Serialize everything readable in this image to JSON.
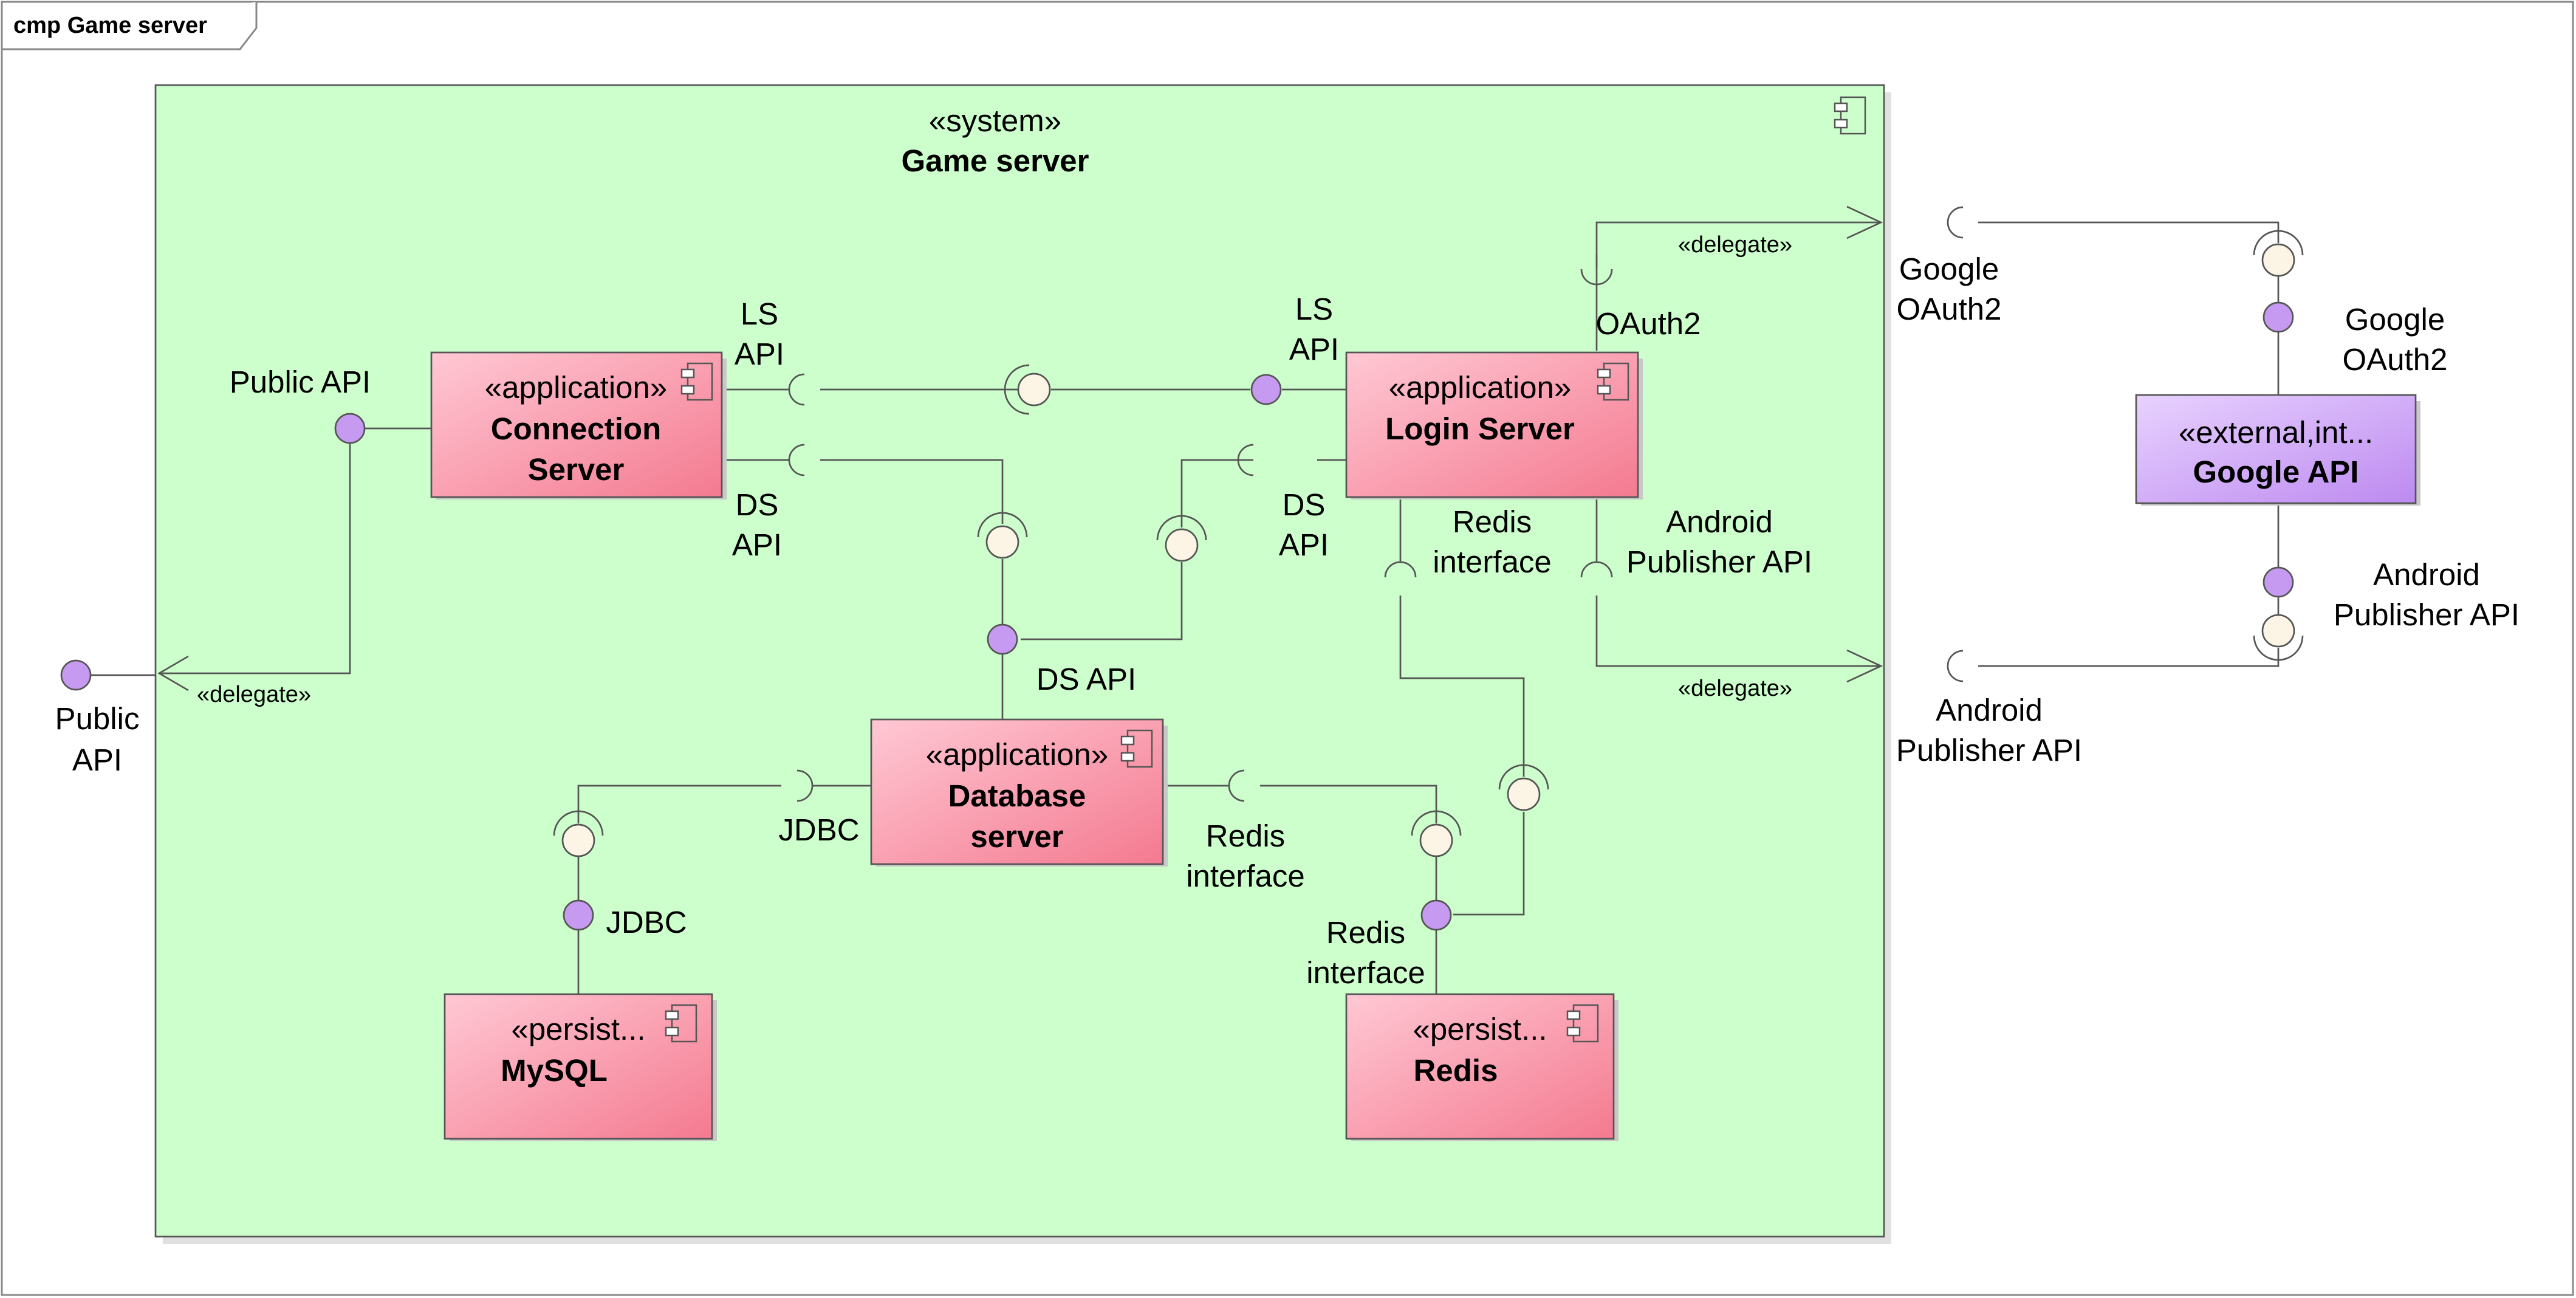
{
  "frame": {
    "title": "cmp Game server"
  },
  "system": {
    "stereotype": "«system»",
    "name": "Game server"
  },
  "components": {
    "connection_server": {
      "stereotype": "«application»",
      "name_line1": "Connection",
      "name_line2": "Server"
    },
    "login_server": {
      "stereotype": "«application»",
      "name": "Login Server"
    },
    "database_server": {
      "stereotype": "«application»",
      "name_line1": "Database",
      "name_line2": "server"
    },
    "mysql": {
      "stereotype": "«persist...",
      "name": "MySQL"
    },
    "redis": {
      "stereotype": "«persist...",
      "name": "Redis"
    },
    "google_api": {
      "stereotype": "«external,int...",
      "name": "Google API"
    }
  },
  "labels": {
    "public_api_inner": "Public API",
    "public_api_outer_1": "Public",
    "public_api_outer_2": "API",
    "delegate": "«delegate»",
    "ls_api": "LS",
    "ls_api_2": "API",
    "ds_api": "DS",
    "ds_api_2": "API",
    "ds_api_db": "DS API",
    "oauth2": "OAuth2",
    "google_oauth2_1": "Google",
    "google_oauth2_2": "OAuth2",
    "redis_interface_1": "Redis",
    "redis_interface_2": "interface",
    "android_publisher_1": "Android",
    "android_publisher_2": "Publisher API",
    "jdbc": "JDBC"
  },
  "colors": {
    "system_fill": "#ccffcc",
    "component_gradient_start": "#ffc0cb",
    "component_gradient_end": "#f4788e",
    "external_gradient_start": "#e6ccff",
    "external_gradient_end": "#bf8ff2",
    "provided_interface": "#c69af0",
    "required_interface": "#fcf5e6",
    "line": "#555555"
  }
}
